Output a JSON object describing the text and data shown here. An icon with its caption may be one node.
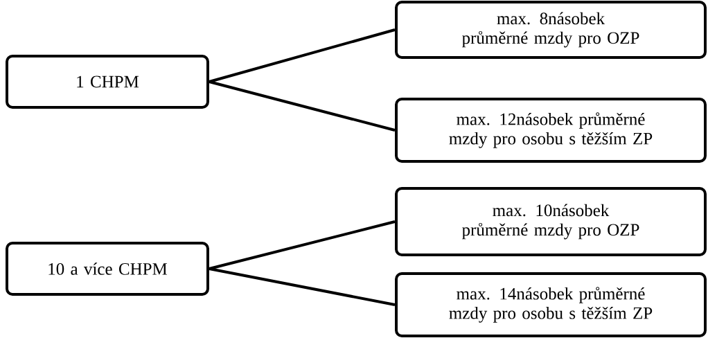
{
  "diagram": {
    "nodes": [
      {
        "text": [
          "1 CHPM"
        ]
      },
      {
        "text": [
          "max. 8násobek průměrné mzdy pro OZP"
        ]
      },
      {
        "text": [
          "max. 12násobek průměrné mzdy pro osobu s těžším ZP"
        ]
      },
      {
        "text": [
          "10 a více CHPM"
        ]
      },
      {
        "text": [
          "max. 10násobek průměrné mzdy pro OZP"
        ]
      },
      {
        "text": [
          "max. 14násobek průměrné mzdy pro osobu s těžším ZP"
        ]
      }
    ],
    "edges": [
      {
        "from": 0,
        "to": 1,
        "arrow": "none"
      },
      {
        "from": 0,
        "to": 2,
        "arrow": "none"
      },
      {
        "from": 3,
        "to": 4,
        "arrow": "none"
      },
      {
        "from": 3,
        "to": 5,
        "arrow": "none"
      }
    ]
  }
}
